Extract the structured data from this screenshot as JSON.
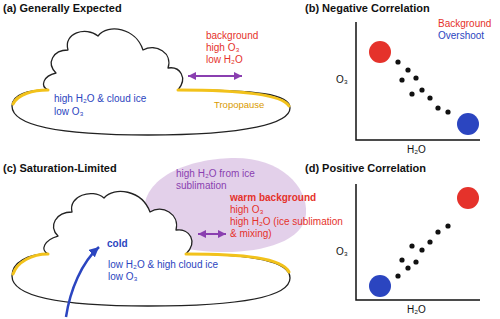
{
  "diagram": {
    "nodes": [
      {
        "text": [
          "high H₂O & cloud ice",
          "low O₃"
        ]
      },
      {
        "text": [
          "high H₂O from ice sublimation"
        ]
      },
      {
        "text": [
          "cold",
          "low H₂O & high cloud ice",
          "low O₃"
        ]
      }
    ],
    "labels": [
      "(a) Generally Expected",
      "background",
      "high O₃",
      "low H₂O",
      "Tropopause",
      "(b) Negative Correlation",
      "O₃",
      "H₂O",
      "(c) Saturation-Limited",
      "warm background",
      "high O₃",
      "high H₂O (ice sublimation & mixing)",
      "(d) Positive Correlation",
      "O₃",
      "H₂O"
    ],
    "legend": [
      {
        "text": "Background",
        "color": "#e5322b"
      },
      {
        "text": "Overshoot",
        "color": "#2b45c0"
      }
    ]
  }
}
